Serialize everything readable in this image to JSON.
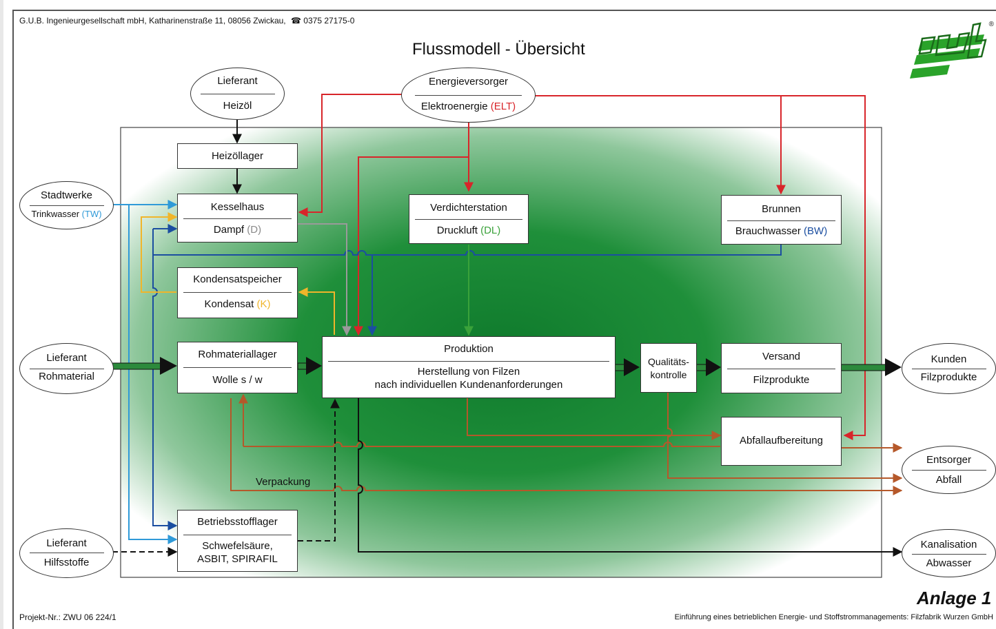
{
  "header": {
    "company_line": "G.U.B. Ingenieurgesellschaft mbH, Katharinenstraße 11, 08056 Zwickau,",
    "phone_symbol": "☎",
    "phone": "0375 27175-0",
    "title": "Flussmodell - Übersicht",
    "logo_text": "gub",
    "logo_registered": "®"
  },
  "colors": {
    "trinkwasser": "#2f9ad8",
    "elektroenergie": "#d8252a",
    "druckluft": "#3aa23a",
    "brauchwasser": "#1b4ea0",
    "dampf": "#8a8a8a",
    "kondensat": "#f0b52a",
    "abfall": "#b5582a",
    "background_green": "#1e8a3a",
    "logo_green": "#2aa32a"
  },
  "external": {
    "lieferant_heizoel": {
      "top": "Lieferant",
      "bottom": "Heizöl"
    },
    "energieversorger": {
      "top": "Energieversorger",
      "bottom_main": "Elektroenergie",
      "bottom_code": "(ELT)"
    },
    "stadtwerke": {
      "top": "Stadtwerke",
      "bottom_main": "Trinkwasser",
      "bottom_code": "(TW)"
    },
    "lieferant_rohmaterial": {
      "top": "Lieferant",
      "bottom": "Rohmaterial"
    },
    "lieferant_hilfsstoffe": {
      "top": "Lieferant",
      "bottom": "Hilfsstoffe"
    },
    "kunden": {
      "top": "Kunden",
      "bottom": "Filzprodukte"
    },
    "entsorger": {
      "top": "Entsorger",
      "bottom": "Abfall"
    },
    "kanalisation": {
      "top": "Kanalisation",
      "bottom": "Abwasser"
    }
  },
  "internal": {
    "heizoellager": {
      "label": "Heizöllager"
    },
    "kesselhaus": {
      "top": "Kesselhaus",
      "bottom_main": "Dampf",
      "bottom_code": "(D)"
    },
    "kondensatspeicher": {
      "top": "Kondensatspeicher",
      "bottom_main": "Kondensat",
      "bottom_code": "(K)"
    },
    "rohmateriallager": {
      "top": "Rohmateriallager",
      "bottom": "Wolle s / w"
    },
    "betriebsstofflager": {
      "top": "Betriebsstofflager",
      "bottom_line1": "Schwefelsäure,",
      "bottom_line2": "ASBIT, SPIRAFIL"
    },
    "verdichterstation": {
      "top": "Verdichterstation",
      "bottom_main": "Druckluft",
      "bottom_code": "(DL)"
    },
    "brunnen": {
      "top": "Brunnen",
      "bottom_main": "Brauchwasser",
      "bottom_code": "(BW)"
    },
    "produktion": {
      "top": "Produktion",
      "bottom_line1": "Herstellung von Filzen",
      "bottom_line2": "nach individuellen Kundenanforderungen"
    },
    "qualitaetskontrolle": {
      "line1": "Qualitäts-",
      "line2": "kontrolle"
    },
    "versand": {
      "top": "Versand",
      "bottom": "Filzprodukte"
    },
    "abfallaufbereitung": {
      "label": "Abfallaufbereitung"
    }
  },
  "flow_labels": {
    "verpackung": "Verpackung"
  },
  "footer": {
    "anlage": "Anlage 1",
    "projekt": "Projekt-Nr.: ZWU 06 224/1",
    "description": "Einführung eines betrieblichen Energie- und Stoffstrommanagements: Filzfabrik Wurzen GmbH"
  }
}
